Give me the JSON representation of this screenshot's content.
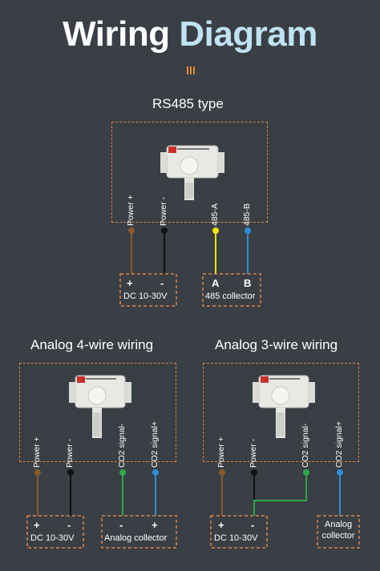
{
  "title": {
    "word1": "Wiring",
    "word2": "Diagram"
  },
  "colors": {
    "background": "#3a3e45",
    "dashed_border": "#d9874a",
    "power_plus": "#8a5a2b",
    "power_minus": "#111111",
    "line_a": "#f2e500",
    "line_b": "#2a8fd6",
    "signal_minus": "#2da84a",
    "signal_plus": "#2a8fd6"
  },
  "rs485": {
    "heading": "RS485 type",
    "wires": [
      "Power +",
      "Power -",
      "485-A",
      "485-B"
    ],
    "power_terminal": {
      "plus": "+",
      "minus": "-",
      "label": "DC 10-30V"
    },
    "collector_terminal": {
      "a": "A",
      "b": "B",
      "label": "485 collector"
    }
  },
  "analog4": {
    "heading": "Analog 4-wire wiring",
    "wires": [
      "Power +",
      "Power -",
      "CO2 signal-",
      "CO2 signal+"
    ],
    "power_terminal": {
      "plus": "+",
      "minus": "-",
      "label": "DC 10-30V"
    },
    "collector_terminal": {
      "minus": "-",
      "plus": "+",
      "label": "Analog collector"
    }
  },
  "analog3": {
    "heading": "Analog 3-wire wiring",
    "wires": [
      "Power +",
      "Power -",
      "CO2 signal-",
      "CO2 signal+"
    ],
    "power_terminal": {
      "plus": "+",
      "minus": "-",
      "label": "DC 10-30V"
    },
    "collector_terminal": {
      "label": "Analog collector"
    }
  }
}
